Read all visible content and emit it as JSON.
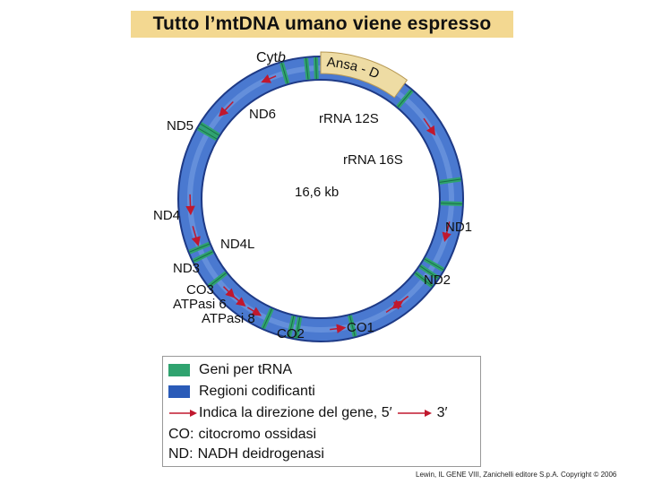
{
  "title": "Tutto l’mtDNA umano viene espresso",
  "genome": {
    "size_label": "16,6 kb",
    "dloop_label": "Ansa - D"
  },
  "genes": {
    "cytb_prefix": "Cyt",
    "cytb_suffix": "b",
    "nd6": "ND6",
    "rrna12s": "rRNA 12S",
    "nd5": "ND5",
    "rrna16s": "rRNA 16S",
    "nd4": "ND4",
    "nd1": "ND1",
    "nd4l": "ND4L",
    "nd3": "ND3",
    "nd2": "ND2",
    "co3": "CO3",
    "atpase6": "ATPasi 6",
    "atpase8": "ATPasi 8",
    "co1": "CO1",
    "co2": "CO2"
  },
  "legend": {
    "trna": "Geni per tRNA",
    "coding": "Regioni codificanti",
    "direction_text": "Indica la direzione del gene, 5′",
    "direction_end": "3′",
    "co_abbr": "CO:",
    "co_text": "citocromo ossidasi",
    "nd_abbr": "ND:",
    "nd_text": "NADH deidrogenasi"
  },
  "credit": "Lewin, IL GENE VIII, Zanichelli editore S.p.A. Copyright © 2006",
  "colors": {
    "ring": "#3f6fc8",
    "ring_dark": "#22408f",
    "trna": "#2fa36f",
    "arrow": "#c0182e",
    "dloop": "#eedca4",
    "title_bg": "#f3d891"
  }
}
